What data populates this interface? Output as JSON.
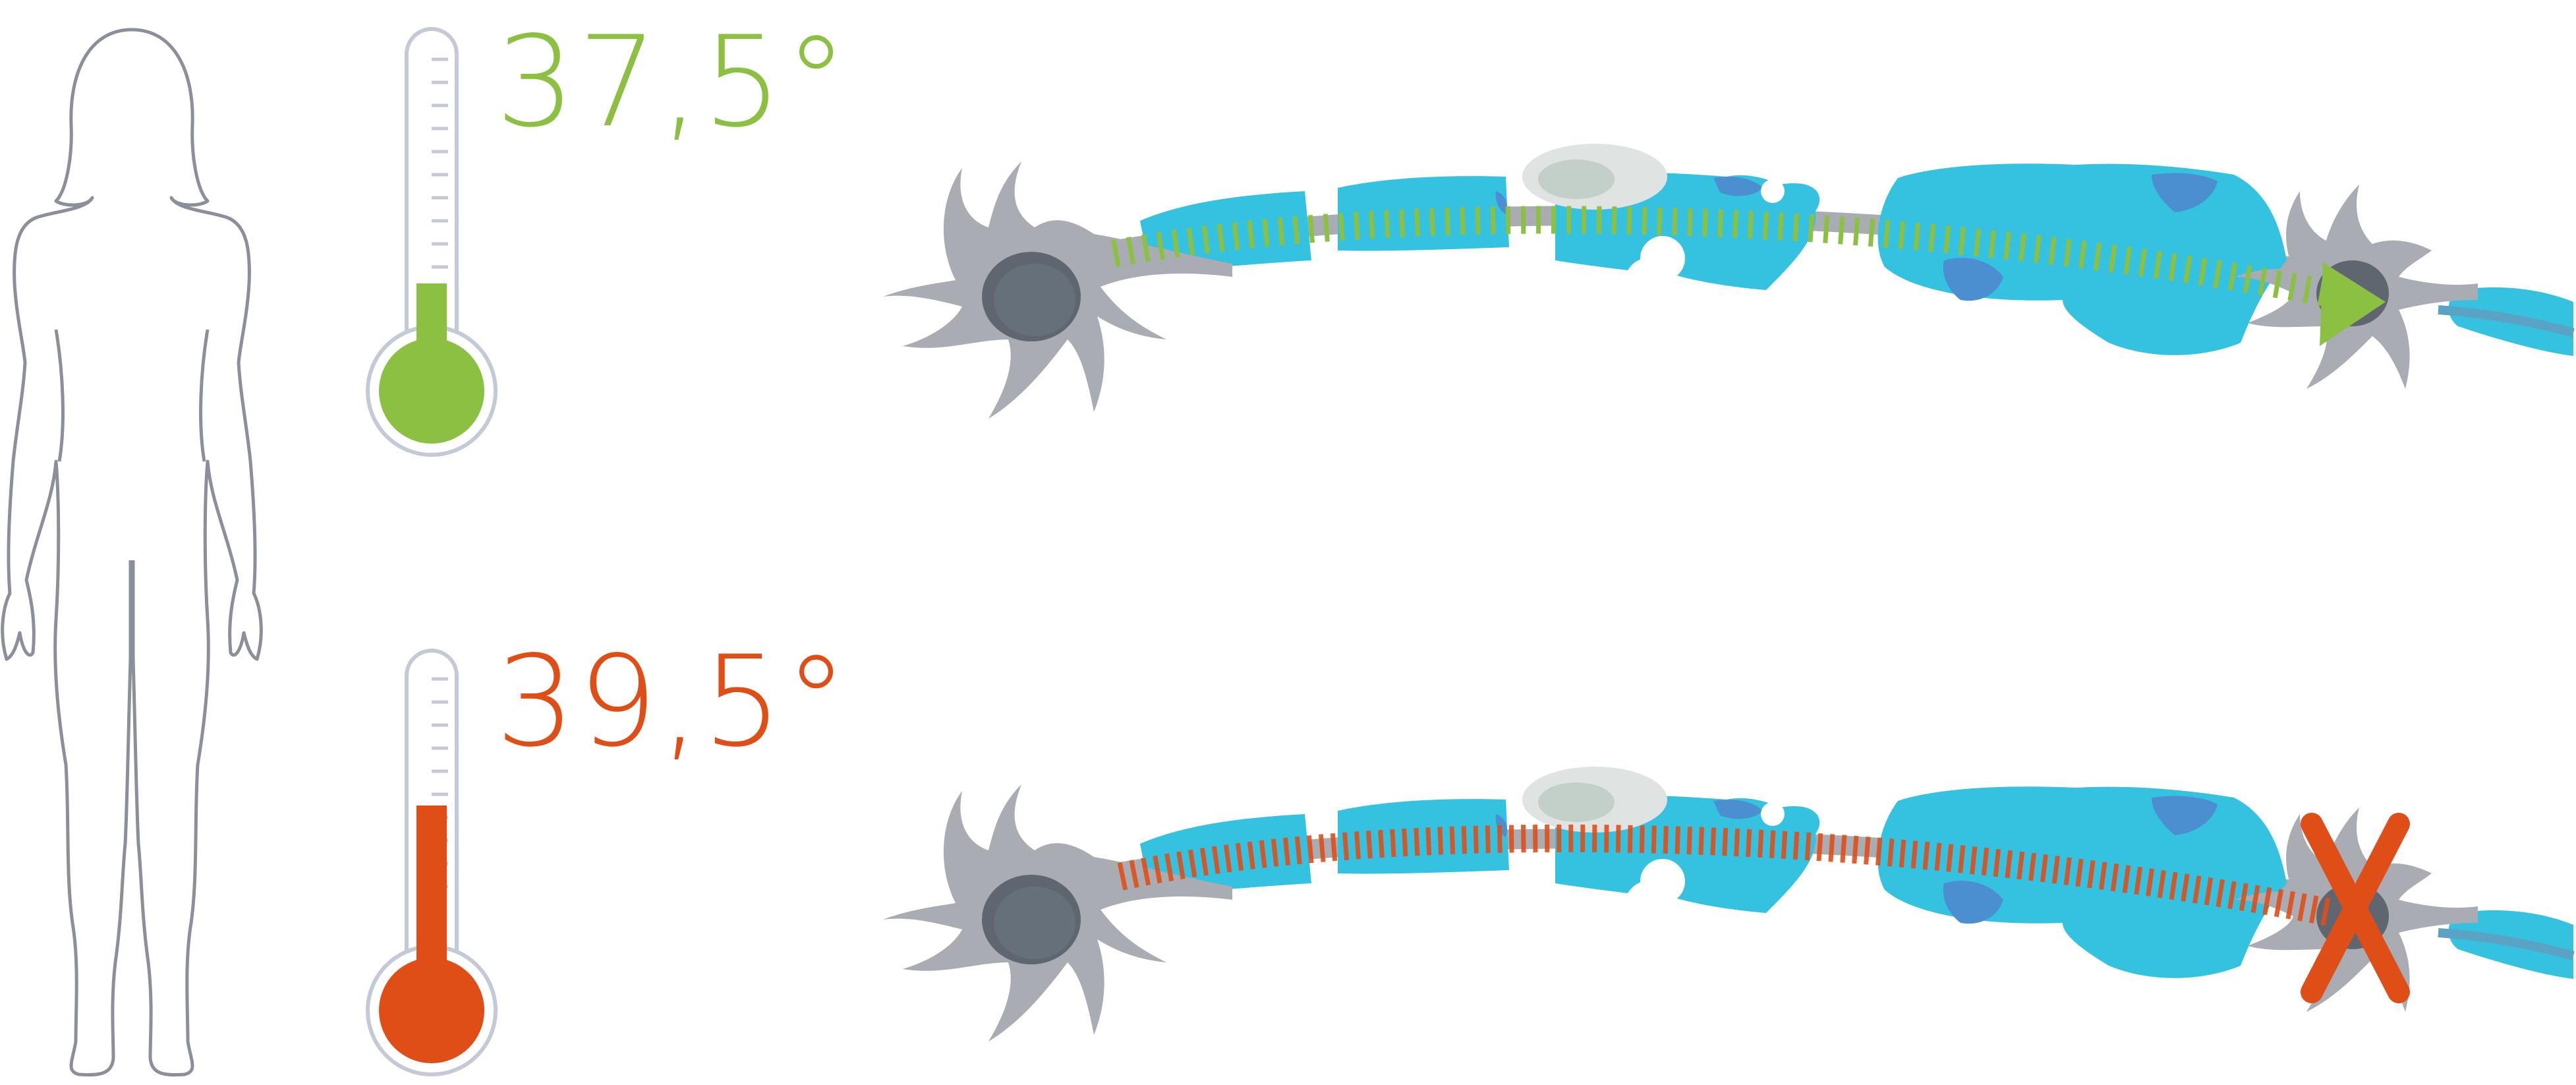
{
  "temperatures": {
    "normal": {
      "label": "37,5°",
      "color": "#8cc043",
      "thermometer_fill": 0.38,
      "signal": "transmitted"
    },
    "fever": {
      "label": "39,5°",
      "color": "#e04e17",
      "thermometer_fill": 0.52,
      "signal": "blocked"
    }
  },
  "colors": {
    "outline": "#8a8f99",
    "thermometer_tube": "#c4c9d6",
    "myelin": "#35c2e0",
    "myelin_dark": "#4b8fd0",
    "neuron": "#a9acb3",
    "nucleus": "#5f6670",
    "schwann": "#dfe4e3"
  },
  "icons": [
    "female-body-icon",
    "thermometer-icon",
    "neuron-icon",
    "arrow-icon",
    "cross-icon"
  ]
}
